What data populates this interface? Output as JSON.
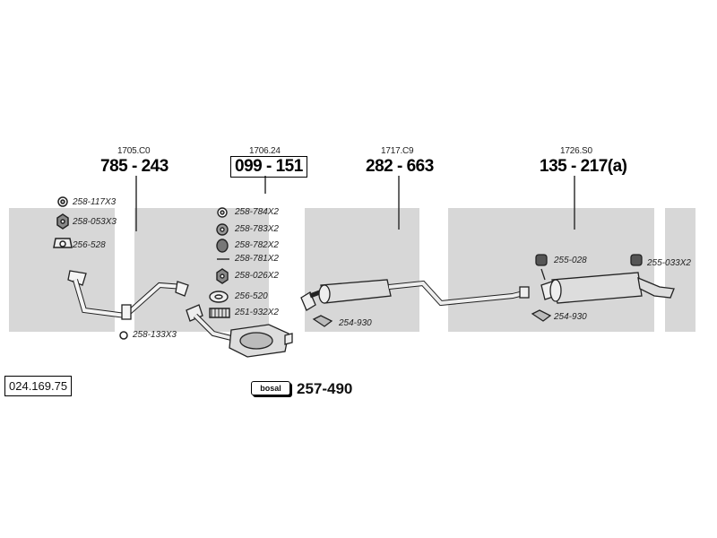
{
  "watermark": "bosal",
  "groups": [
    {
      "ref": "1705.C0",
      "number": "785 - 243"
    },
    {
      "ref": "1706.24",
      "number": "099 - 151"
    },
    {
      "ref": "1717.C9",
      "number": "282 - 663"
    },
    {
      "ref": "1726.S0",
      "number": "135 - 217(a)"
    }
  ],
  "left_parts": [
    "258-117X3",
    "258-053X3",
    "256-528",
    "258-133X3"
  ],
  "cat_parts": [
    "258-784X2",
    "258-783X2",
    "258-782X2",
    "258-781X2",
    "258-026X2",
    "256-520",
    "251-932X2"
  ],
  "mid_parts": [
    "254-930"
  ],
  "right_parts": [
    "255-028",
    "255-033X2",
    "254-930"
  ],
  "document_number": "024.169.75",
  "kit": {
    "logo": "bosal",
    "number": "257-490"
  }
}
